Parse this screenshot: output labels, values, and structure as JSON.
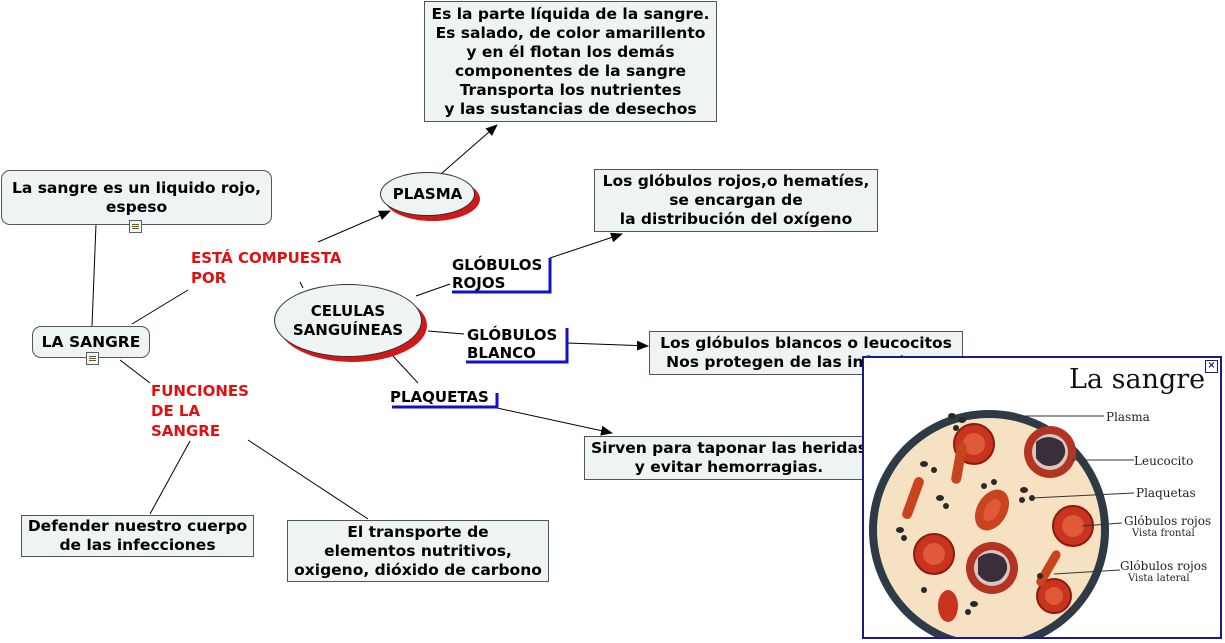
{
  "nodes": {
    "la_sangre": "LA SANGRE",
    "definicion": [
      "La sangre es un liquido rojo,",
      "espeso"
    ],
    "plasma": "PLASMA",
    "plasma_desc": [
      "Es la parte líquida de la sangre.",
      "Es salado, de color amarillento",
      "y en él flotan los demás",
      "componentes de la sangre",
      "Transporta los nutrientes",
      "y las sustancias de desechos"
    ],
    "celulas": [
      "CELULAS",
      "SANGUÍNEAS"
    ],
    "rojos_desc": [
      "Los glóbulos rojos,o hematíes,",
      "se encargan de",
      "la distribución del oxígeno"
    ],
    "blancos_desc": [
      "Los glóbulos blancos o leucocitos",
      "Nos protegen de las infecciones"
    ],
    "plaquetas_desc": [
      "Sirven para taponar las heridas",
      "y evitar hemorragias."
    ],
    "defender": [
      "Defender nuestro cuerpo",
      "de las infecciones"
    ],
    "transporte": [
      "El transporte de",
      "elementos nutritivos,",
      "oxigeno, dióxido de carbono"
    ]
  },
  "links": {
    "compuesta": [
      "ESTÁ COMPUESTA",
      "POR"
    ],
    "funciones": [
      "FUNCIONES",
      "DE LA",
      "SANGRE"
    ],
    "globulos_rojos": [
      "GLÓBULOS",
      "ROJOS"
    ],
    "globulos_blanco": [
      "GLÓBULOS",
      "BLANCO"
    ],
    "plaquetas": "PLAQUETAS"
  },
  "image_panel": {
    "title": "La sangre",
    "close_glyph": "×",
    "labels": {
      "plasma": "Plasma",
      "leucocito": "Leucocito",
      "plaquetas": "Plaquetas",
      "rojos_frontal": "Glóbulos rojos",
      "frontal_sub": "Vista frontal",
      "rojos_lateral": "Glóbulos rojos",
      "lateral_sub": "Vista lateral"
    }
  },
  "colors": {
    "link_red": "#e01010",
    "bracket_blue": "#1010c8",
    "node_fill": "#eef3f4",
    "shadow_red": "#d01818",
    "panel_border": "#1a1a8c"
  },
  "icons": [
    "note-icon",
    "close-icon"
  ]
}
